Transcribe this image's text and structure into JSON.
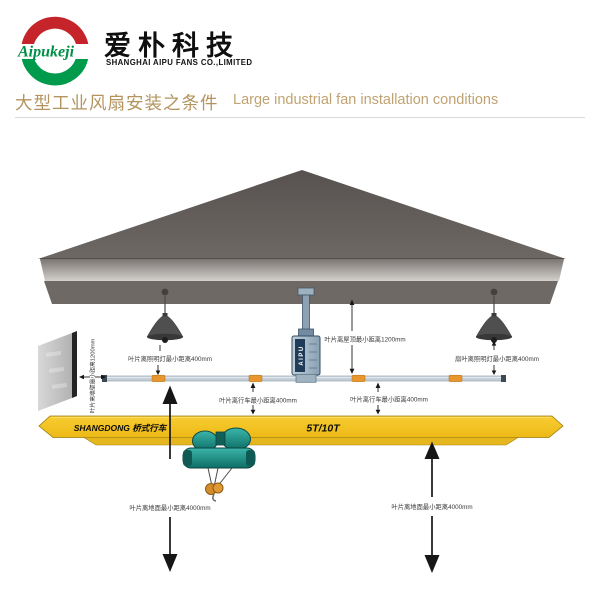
{
  "header": {
    "logo_text": "Aipukeji",
    "company_cn": "爱朴科技",
    "company_en": "SHANGHAI AIPU FANS CO.,LIMITED",
    "logo_red": "#c5242b",
    "logo_green": "#009a4c"
  },
  "title": {
    "cn": "大型工业风扇安装之条件",
    "en": "Large industrial fan installation conditions",
    "color": "#b89c6e"
  },
  "diagram": {
    "fan": {
      "label": "AIPU"
    },
    "crane": {
      "brand": "SHANGDONG 桥式行车",
      "capacity": "5T/10T",
      "beam_color": "#f2c21f",
      "hoist_color": "#15847c"
    },
    "annotations": {
      "wall": "叶片离墙壁最小距离1200mm",
      "left_lamp": "叶片离照明灯最小距离400mm",
      "roof": "叶片离屋顶最小距离1200mm",
      "right_lamp": "扇叶离照明灯最小距离400mm",
      "left_crane": "叶片离行车最小距离400mm",
      "right_crane": "叶片离行车最小距离400mm",
      "floor_left": "叶片离地面最小距离4000mm",
      "floor_right": "叶片离地面最小距离4000mm"
    },
    "colors": {
      "roof": "#5d5855",
      "fascia": "#6e6965",
      "blade": "#c5cfd8",
      "blade_joint_orange": "#e8962e"
    }
  }
}
